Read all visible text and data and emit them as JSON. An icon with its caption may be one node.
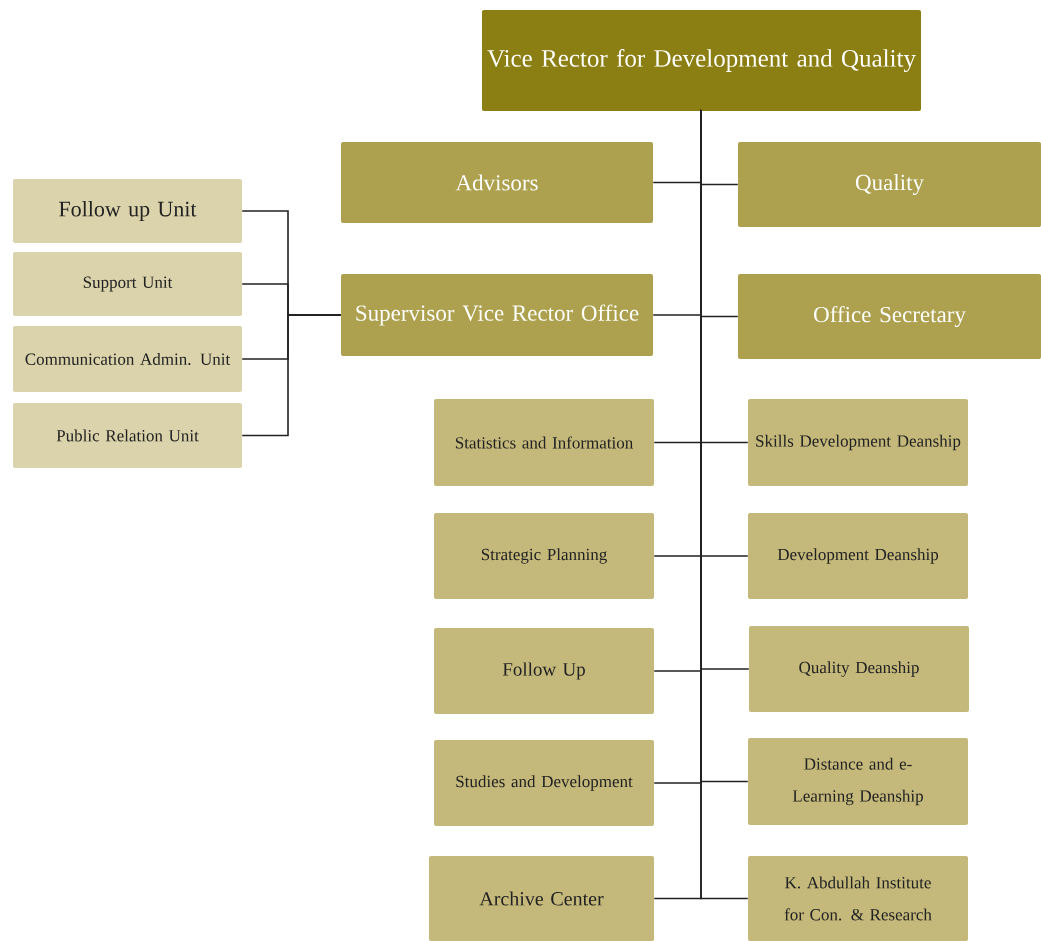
{
  "diagram": {
    "nodes": [
      {
        "text": [
          "Vice Rector for Development and Quality"
        ]
      },
      {
        "text": [
          "Follow up Unit"
        ]
      },
      {
        "text": [
          "Support Unit"
        ]
      },
      {
        "text": [
          "Communication Admin. Unit"
        ]
      },
      {
        "text": [
          "Public Relation Unit"
        ]
      },
      {
        "text": [
          "Advisors"
        ]
      },
      {
        "text": [
          "Quality"
        ]
      },
      {
        "text": [
          "Supervisor Vice Rector Office"
        ]
      },
      {
        "text": [
          "Office Secretary"
        ]
      },
      {
        "text": [
          "Statistics and Information"
        ]
      },
      {
        "text": [
          "Skills Development Deanship"
        ]
      },
      {
        "text": [
          "Strategic Planning"
        ]
      },
      {
        "text": [
          "Development Deanship"
        ]
      },
      {
        "text": [
          "Follow Up"
        ]
      },
      {
        "text": [
          "Quality Deanship"
        ]
      },
      {
        "text": [
          "Studies and Development"
        ]
      },
      {
        "text": [
          "Distance and e-Learning Deanship"
        ]
      },
      {
        "text": [
          "Archive Center"
        ]
      },
      {
        "text": [
          "K. Abdullah Institute for Con. & Research"
        ]
      }
    ],
    "edges": [
      {
        "from": 0,
        "to": 5,
        "arrow": "none"
      },
      {
        "from": 0,
        "to": 6,
        "arrow": "none"
      },
      {
        "from": 0,
        "to": 7,
        "arrow": "none"
      },
      {
        "from": 0,
        "to": 8,
        "arrow": "none"
      },
      {
        "from": 0,
        "to": 9,
        "arrow": "none"
      },
      {
        "from": 0,
        "to": 10,
        "arrow": "none"
      },
      {
        "from": 0,
        "to": 11,
        "arrow": "none"
      },
      {
        "from": 0,
        "to": 12,
        "arrow": "none"
      },
      {
        "from": 0,
        "to": 13,
        "arrow": "none"
      },
      {
        "from": 0,
        "to": 14,
        "arrow": "none"
      },
      {
        "from": 0,
        "to": 15,
        "arrow": "none"
      },
      {
        "from": 0,
        "to": 16,
        "arrow": "none"
      },
      {
        "from": 0,
        "to": 17,
        "arrow": "none"
      },
      {
        "from": 0,
        "to": 18,
        "arrow": "none"
      },
      {
        "from": 7,
        "to": 1,
        "arrow": "none"
      },
      {
        "from": 7,
        "to": 2,
        "arrow": "none"
      },
      {
        "from": 7,
        "to": 3,
        "arrow": "none"
      },
      {
        "from": 7,
        "to": 4,
        "arrow": "none"
      }
    ]
  }
}
